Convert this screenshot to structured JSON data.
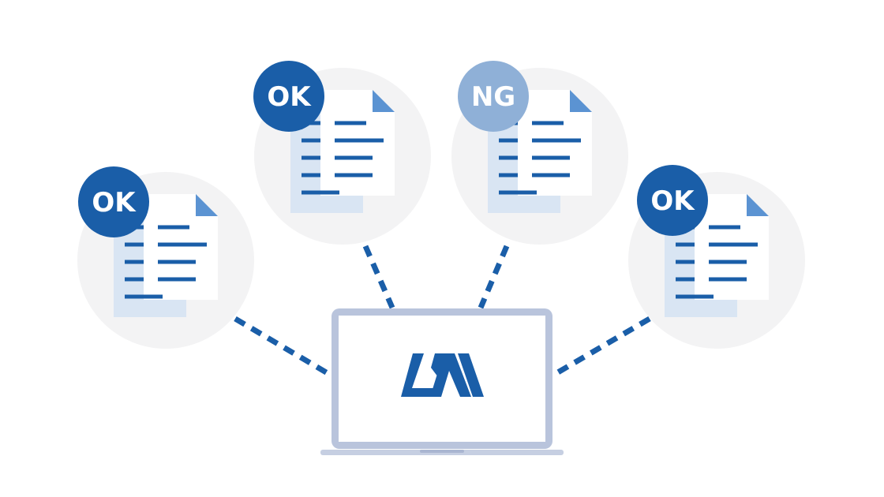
{
  "colors": {
    "background": "#ffffff",
    "circle_bg": "#f3f3f4",
    "primary_blue": "#1a5ea8",
    "light_blue": "#8fb0d7",
    "doc_back": "#d9e5f3",
    "doc_front": "#ffffff",
    "doc_corner": "#5b93d2",
    "laptop_frame": "#b9c4dc",
    "laptop_base": "#c6cfe2"
  },
  "documents": [
    {
      "id": "doc-1",
      "status": "OK",
      "status_color": "#1a5ea8"
    },
    {
      "id": "doc-2",
      "status": "OK",
      "status_color": "#1a5ea8"
    },
    {
      "id": "doc-3",
      "status": "NG",
      "status_color": "#8fb0d7"
    },
    {
      "id": "doc-4",
      "status": "OK",
      "status_color": "#1a5ea8"
    }
  ],
  "laptop": {
    "logo": "mf-logo"
  }
}
